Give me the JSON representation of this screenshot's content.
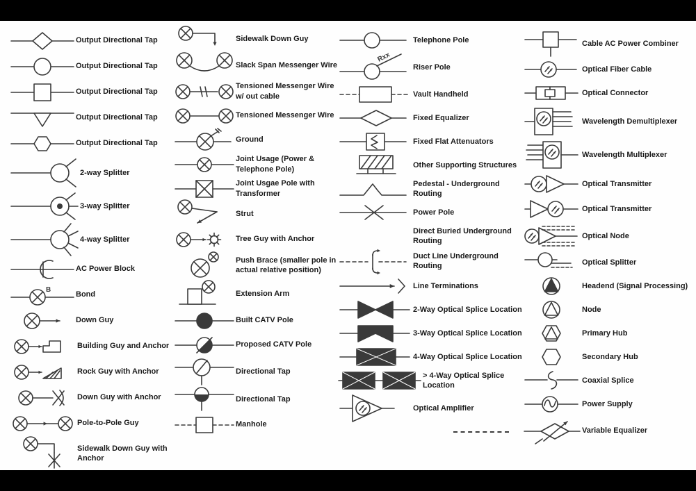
{
  "page": {
    "bg": "#000000",
    "panel_bg": "#fefefe",
    "ink": "#3a3a3a",
    "label_color": "#1a1a1a"
  },
  "annotations": {
    "bond_marker": "B",
    "riser_pole_marker": "Rxx"
  },
  "legend": {
    "columns": [
      {
        "items": [
          {
            "label": "Output Directional Tap",
            "symbol": "tap-diamond"
          },
          {
            "label": "Output Directional Tap",
            "symbol": "tap-circle"
          },
          {
            "label": "Output Directional Tap",
            "symbol": "tap-square"
          },
          {
            "label": "Output Directional Tap",
            "symbol": "tap-triangle"
          },
          {
            "label": "Output Directional Tap",
            "symbol": "tap-hexagon"
          },
          {
            "label": "2-way Splitter",
            "symbol": "splitter-2way"
          },
          {
            "label": "3-way Splitter",
            "symbol": "splitter-3way"
          },
          {
            "label": "4-way Splitter",
            "symbol": "splitter-4way"
          },
          {
            "label": "AC Power Block",
            "symbol": "ac-power-block"
          },
          {
            "label": "Bond",
            "symbol": "bond"
          },
          {
            "label": "Down Guy",
            "symbol": "down-guy"
          },
          {
            "label": "Building Guy and Anchor",
            "symbol": "building-guy-anchor"
          },
          {
            "label": "Rock Guy with Anchor",
            "symbol": "rock-guy-anchor"
          },
          {
            "label": "Down Guy with Anchor",
            "symbol": "down-guy-with-anchor"
          },
          {
            "label": "Pole-to-Pole Guy",
            "symbol": "pole-to-pole-guy"
          },
          {
            "label": "Sidewalk Down Guy with Anchor",
            "symbol": "sidewalk-down-guy-anchor"
          }
        ]
      },
      {
        "items": [
          {
            "label": "Sidewalk Down Guy",
            "symbol": "sidewalk-down-guy"
          },
          {
            "label": "Slack Span Messenger Wire",
            "symbol": "slack-span-messenger-wire"
          },
          {
            "label": "Tensioned Messenger Wire w/ out cable",
            "symbol": "tensioned-messenger-no-cable"
          },
          {
            "label": "Tensioned Messenger Wire",
            "symbol": "tensioned-messenger-wire"
          },
          {
            "label": "Ground",
            "symbol": "ground"
          },
          {
            "label": "Joint Usage (Power & Telephone Pole)",
            "symbol": "joint-usage-pole"
          },
          {
            "label": "Joint Usgae Pole with Transformer",
            "symbol": "joint-usage-transformer"
          },
          {
            "label": "Strut",
            "symbol": "strut"
          },
          {
            "label": "Tree Guy with Anchor",
            "symbol": "tree-guy-anchor"
          },
          {
            "label": "Push Brace (smaller pole in actual relative position)",
            "symbol": "push-brace"
          },
          {
            "label": "Extension Arm",
            "symbol": "extension-arm"
          },
          {
            "label": "Built CATV Pole",
            "symbol": "built-catv-pole"
          },
          {
            "label": "Proposed CATV Pole",
            "symbol": "proposed-catv-pole"
          },
          {
            "label": "Directional Tap",
            "symbol": "directional-tap-open"
          },
          {
            "label": "Directional Tap",
            "symbol": "directional-tap-half"
          },
          {
            "label": "Manhole",
            "symbol": "manhole"
          }
        ]
      },
      {
        "items": [
          {
            "label": "Telephone Pole",
            "symbol": "telephone-pole"
          },
          {
            "label": "Riser Pole",
            "symbol": "riser-pole"
          },
          {
            "label": "Vault Handheld",
            "symbol": "vault-handheld"
          },
          {
            "label": "Fixed Equalizer",
            "symbol": "fixed-equalizer"
          },
          {
            "label": "Fixed Flat Attenuators",
            "symbol": "fixed-flat-attenuators"
          },
          {
            "label": "Other Supporting Structures",
            "symbol": "other-supporting-structures"
          },
          {
            "label": "Pedestal - Underground Routing",
            "symbol": "pedestal-underground"
          },
          {
            "label": "Power Pole",
            "symbol": "power-pole"
          },
          {
            "label": "Direct Buried Underground Routing",
            "symbol": "none"
          },
          {
            "label": "Duct Line Underground Routing",
            "symbol": "duct-line-underground"
          },
          {
            "label": "Line Terminations",
            "symbol": "line-terminations"
          },
          {
            "label": "2-Way Optical Splice Location",
            "symbol": "optical-splice-2way"
          },
          {
            "label": "3-Way Optical Splice Location",
            "symbol": "optical-splice-3way"
          },
          {
            "label": "4-Way Optical Splice Location",
            "symbol": "optical-splice-4way"
          },
          {
            "label": "> 4-Way Optical Splice Location",
            "symbol": "optical-splice-gt4way"
          },
          {
            "label": "Optical Amplifier",
            "symbol": "optical-amplifier"
          }
        ]
      },
      {
        "items": [
          {
            "label": "Cable AC Power Combiner",
            "symbol": "cable-ac-power-combiner"
          },
          {
            "label": "Optical Fiber Cable",
            "symbol": "optical-fiber-cable"
          },
          {
            "label": "Optical Connector",
            "symbol": "optical-connector"
          },
          {
            "label": "Wavelength Demultiplexer",
            "symbol": "wavelength-demultiplexer"
          },
          {
            "label": "Wavelength Multiplexer",
            "symbol": "wavelength-multiplexer"
          },
          {
            "label": "Optical Transmitter",
            "symbol": "optical-transmitter-a"
          },
          {
            "label": "Optical Transmitter",
            "symbol": "optical-transmitter-b"
          },
          {
            "label": "Optical Node",
            "symbol": "optical-node"
          },
          {
            "label": "Optical Splitter",
            "symbol": "optical-splitter"
          },
          {
            "label": "Headend (Signal Processing)",
            "symbol": "headend"
          },
          {
            "label": "Node",
            "symbol": "node"
          },
          {
            "label": "Primary Hub",
            "symbol": "primary-hub"
          },
          {
            "label": "Secondary Hub",
            "symbol": "secondary-hub"
          },
          {
            "label": "Coaxial Splice",
            "symbol": "coaxial-splice"
          },
          {
            "label": "Power Supply",
            "symbol": "power-supply"
          },
          {
            "label": "Variable Equalizer",
            "symbol": "variable-equalizer"
          }
        ]
      }
    ]
  }
}
